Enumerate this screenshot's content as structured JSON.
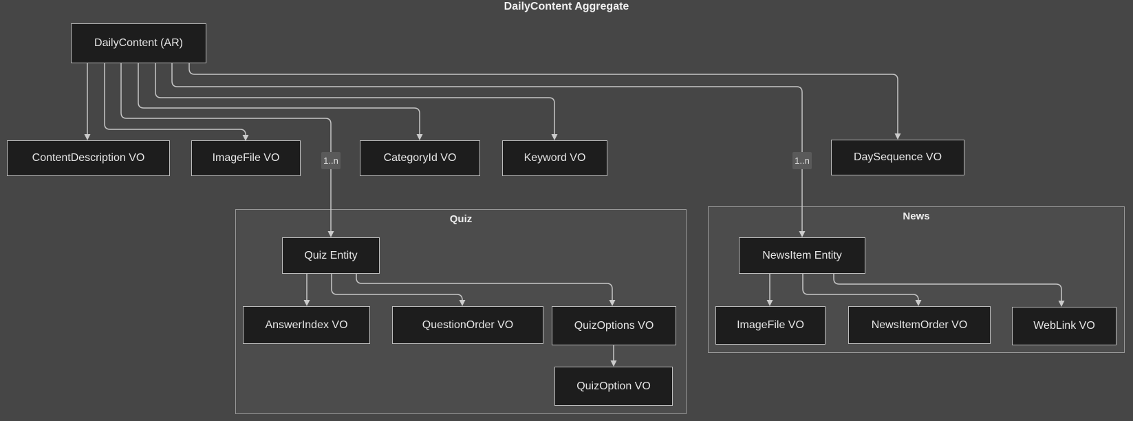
{
  "title": "DailyContent Aggregate",
  "nodes": {
    "daily_content": "DailyContent (AR)",
    "content_description": "ContentDescription VO",
    "image_file": "ImageFile VO",
    "category_id": "CategoryId VO",
    "keyword": "Keyword VO",
    "day_sequence": "DaySequence VO",
    "quiz_entity": "Quiz Entity",
    "answer_index": "AnswerIndex VO",
    "question_order": "QuestionOrder VO",
    "quiz_options": "QuizOptions VO",
    "quiz_option": "QuizOption VO",
    "news_item": "NewsItem Entity",
    "news_image_file": "ImageFile VO",
    "news_item_order": "NewsItemOrder VO",
    "web_link": "WebLink VO"
  },
  "groups": {
    "quiz": "Quiz",
    "news": "News"
  },
  "multiplicity": {
    "quiz": "1..n",
    "news": "1..n"
  },
  "colors": {
    "background": "#464646",
    "node_fill": "#1d1d1d",
    "node_border": "#bdbdbd",
    "node_text": "#e6e6e6",
    "edge": "#c6c6c6",
    "group_border": "#989898",
    "multiplicity_bg": "#5a5a5a",
    "title_text": "#f0f0f0"
  }
}
